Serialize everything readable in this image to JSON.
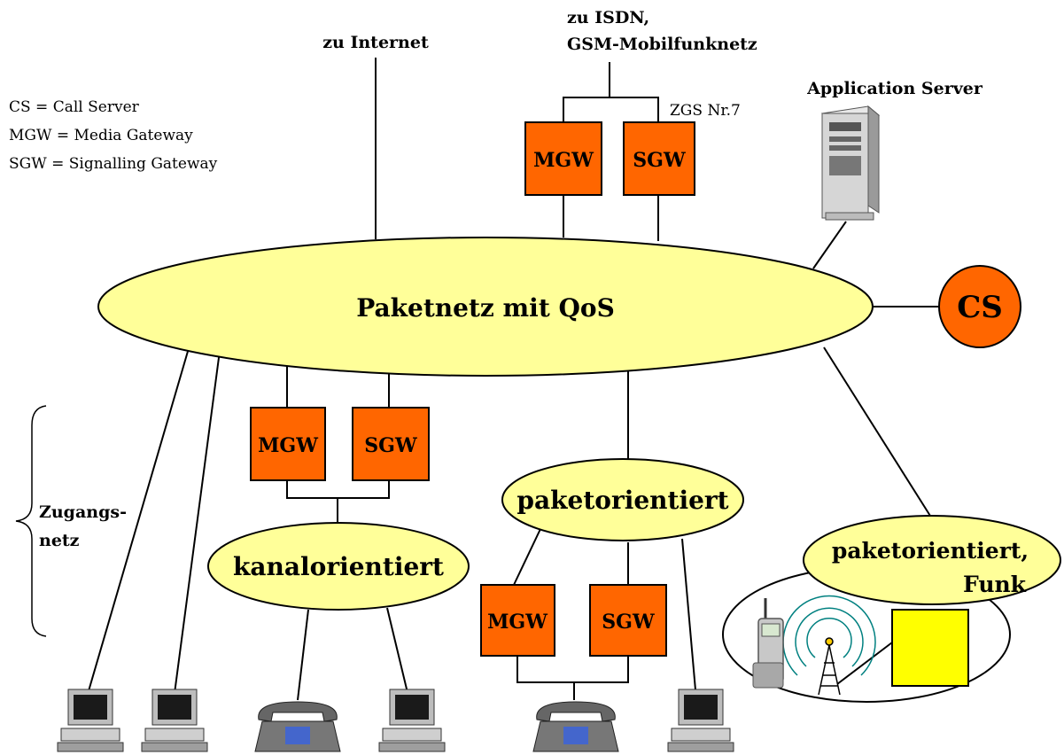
{
  "legend": {
    "cs": "CS = Call Server",
    "mgw": "MGW = Media Gateway",
    "sgw": "SGW = Signalling Gateway"
  },
  "labels": {
    "internet": "zu Internet",
    "isdn_line1": "zu ISDN,",
    "isdn_line2": "GSM-Mobilfunknetz",
    "zgs": "ZGS Nr.7",
    "app_server": "Application Server",
    "zugang_line1": "Zugangs-",
    "zugang_line2": "netz"
  },
  "nodes": {
    "core": "Paketnetz mit QoS",
    "cs": "CS",
    "mgw": "MGW",
    "sgw": "SGW",
    "kanal": "kanalorientiert",
    "paket": "paketorientiert",
    "funk_line1": "paketorientiert,",
    "funk_line2": "Funk"
  },
  "colors": {
    "ellipse_fill": "#ffff99",
    "box_fill": "#ff6600",
    "cs_fill": "#ff6600",
    "bts_fill": "#ffff00"
  }
}
